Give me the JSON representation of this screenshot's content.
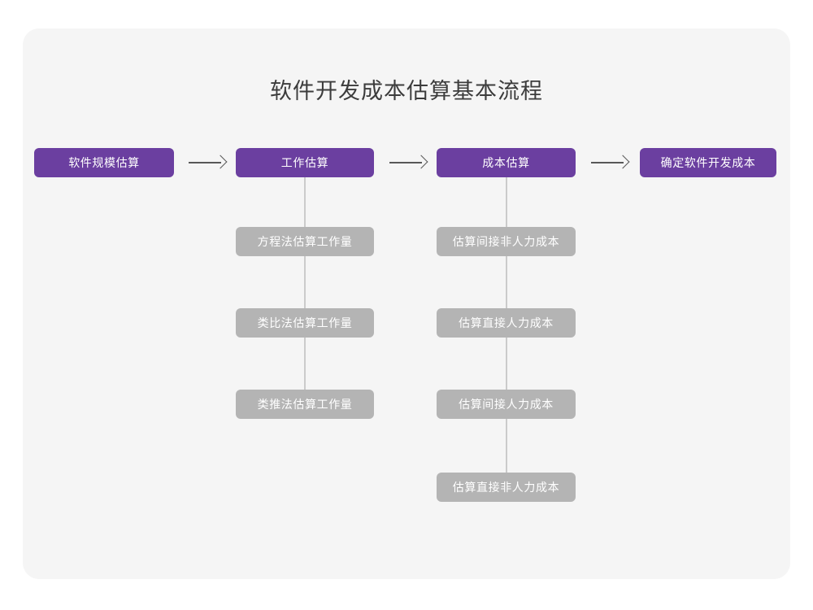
{
  "page": {
    "title": "软件开发成本估算基本流程",
    "card_bg": "#f5f5f5",
    "canvas_bg": "#ffffff"
  },
  "colors": {
    "primary": "#6b3fa0",
    "secondary": "#b4b4b4",
    "connector": "#cbcbcb",
    "arrow": "#585858",
    "title_text": "#3c3c3c",
    "node_text": "#ffffff"
  },
  "flow": {
    "stages": [
      {
        "id": "stage-1",
        "label": "软件规模估算",
        "type": "primary",
        "substeps": []
      },
      {
        "id": "stage-2",
        "label": "工作估算",
        "type": "primary",
        "substeps": [
          {
            "id": "stage-2-sub-1",
            "label": "方程法估算工作量",
            "type": "secondary"
          },
          {
            "id": "stage-2-sub-2",
            "label": "类比法估算工作量",
            "type": "secondary"
          },
          {
            "id": "stage-2-sub-3",
            "label": "类推法估算工作量",
            "type": "secondary"
          }
        ]
      },
      {
        "id": "stage-3",
        "label": "成本估算",
        "type": "primary",
        "substeps": [
          {
            "id": "stage-3-sub-1",
            "label": "估算间接非人力成本",
            "type": "secondary"
          },
          {
            "id": "stage-3-sub-2",
            "label": "估算直接人力成本",
            "type": "secondary"
          },
          {
            "id": "stage-3-sub-3",
            "label": "估算间接人力成本",
            "type": "secondary"
          },
          {
            "id": "stage-3-sub-4",
            "label": "估算直接非人力成本",
            "type": "secondary"
          }
        ]
      },
      {
        "id": "stage-4",
        "label": "确定软件开发成本",
        "type": "primary",
        "substeps": []
      }
    ],
    "connectors": [
      {
        "id": "arrow-1",
        "from": "stage-1",
        "to": "stage-2",
        "glyph": "arrow-right-icon"
      },
      {
        "id": "arrow-2",
        "from": "stage-2",
        "to": "stage-3",
        "glyph": "arrow-right-icon"
      },
      {
        "id": "arrow-3",
        "from": "stage-3",
        "to": "stage-4",
        "glyph": "arrow-right-icon"
      }
    ]
  }
}
